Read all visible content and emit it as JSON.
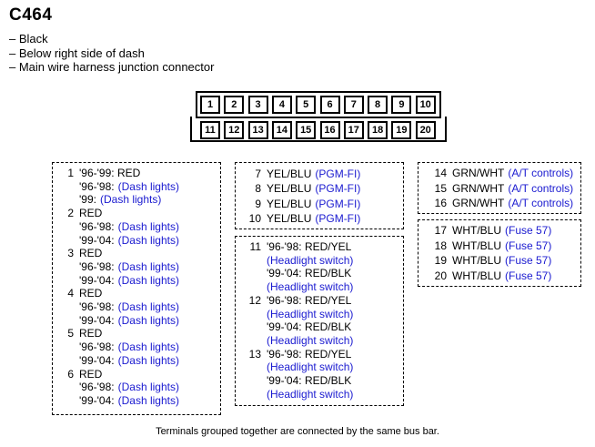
{
  "title": "C464",
  "info": [
    "– Black",
    "– Below right side of dash",
    "– Main wire harness junction connector"
  ],
  "pins_top": [
    "1",
    "2",
    "3",
    "4",
    "5",
    "6",
    "7",
    "8",
    "9",
    "10"
  ],
  "pins_bottom": [
    "11",
    "12",
    "13",
    "14",
    "15",
    "16",
    "17",
    "18",
    "19",
    "20"
  ],
  "box1": {
    "lines": [
      {
        "num": "1",
        "text": "'96-'99: RED",
        "blue": ""
      },
      {
        "num": "",
        "text": "'96-'98:",
        "blue": "(Dash lights)"
      },
      {
        "num": "",
        "text": "'99:",
        "blue": "(Dash lights)"
      },
      {
        "num": "2",
        "text": "RED",
        "blue": ""
      },
      {
        "num": "",
        "text": "'96-'98:",
        "blue": "(Dash lights)"
      },
      {
        "num": "",
        "text": "'99-'04:",
        "blue": "(Dash lights)"
      },
      {
        "num": "3",
        "text": "RED",
        "blue": ""
      },
      {
        "num": "",
        "text": "'96-'98:",
        "blue": "(Dash lights)"
      },
      {
        "num": "",
        "text": "'99-'04:",
        "blue": "(Dash lights)"
      },
      {
        "num": "4",
        "text": "RED",
        "blue": ""
      },
      {
        "num": "",
        "text": "'96-'98:",
        "blue": "(Dash lights)"
      },
      {
        "num": "",
        "text": "'99-'04:",
        "blue": "(Dash lights)"
      },
      {
        "num": "5",
        "text": "RED",
        "blue": ""
      },
      {
        "num": "",
        "text": "'96-'98:",
        "blue": "(Dash lights)"
      },
      {
        "num": "",
        "text": "'99-'04:",
        "blue": "(Dash lights)"
      },
      {
        "num": "6",
        "text": "RED",
        "blue": ""
      },
      {
        "num": "",
        "text": "'96-'98:",
        "blue": "(Dash lights)"
      },
      {
        "num": "",
        "text": "'99-'04:",
        "blue": "(Dash lights)"
      }
    ]
  },
  "box2": {
    "lines": [
      {
        "num": "7",
        "text": "YEL/BLU",
        "blue": "(PGM-FI)"
      },
      {
        "num": "8",
        "text": "YEL/BLU",
        "blue": "(PGM-FI)"
      },
      {
        "num": "9",
        "text": "YEL/BLU",
        "blue": "(PGM-FI)"
      },
      {
        "num": "10",
        "text": "YEL/BLU",
        "blue": "(PGM-FI)"
      }
    ]
  },
  "box3": {
    "lines": [
      {
        "num": "11",
        "text": "'96-'98: RED/YEL",
        "blue": ""
      },
      {
        "num": "",
        "text": "",
        "blue": "(Headlight switch)"
      },
      {
        "num": "",
        "text": "'99-'04: RED/BLK",
        "blue": ""
      },
      {
        "num": "",
        "text": "",
        "blue": "(Headlight switch)"
      },
      {
        "num": "12",
        "text": "'96-'98: RED/YEL",
        "blue": ""
      },
      {
        "num": "",
        "text": "",
        "blue": "(Headlight switch)"
      },
      {
        "num": "",
        "text": "'99-'04: RED/BLK",
        "blue": ""
      },
      {
        "num": "",
        "text": "",
        "blue": "(Headlight switch)"
      },
      {
        "num": "13",
        "text": "'96-'98: RED/YEL",
        "blue": ""
      },
      {
        "num": "",
        "text": "",
        "blue": "(Headlight switch)"
      },
      {
        "num": "",
        "text": "'99-'04: RED/BLK",
        "blue": ""
      },
      {
        "num": "",
        "text": "",
        "blue": "(Headlight switch)"
      }
    ]
  },
  "box4": {
    "lines": [
      {
        "num": "14",
        "text": "GRN/WHT",
        "blue": "(A/T controls)"
      },
      {
        "num": "15",
        "text": "GRN/WHT",
        "blue": "(A/T controls)"
      },
      {
        "num": "16",
        "text": "GRN/WHT",
        "blue": "(A/T controls)"
      }
    ]
  },
  "box5": {
    "lines": [
      {
        "num": "17",
        "text": "WHT/BLU",
        "blue": "(Fuse 57)"
      },
      {
        "num": "18",
        "text": "WHT/BLU",
        "blue": "(Fuse 57)"
      },
      {
        "num": "19",
        "text": "WHT/BLU",
        "blue": "(Fuse 57)"
      },
      {
        "num": "20",
        "text": "WHT/BLU",
        "blue": "(Fuse 57)"
      }
    ]
  },
  "footer": "Terminals grouped together are connected by the same bus bar.",
  "colors": {
    "link_blue": "#1a1ad0"
  }
}
